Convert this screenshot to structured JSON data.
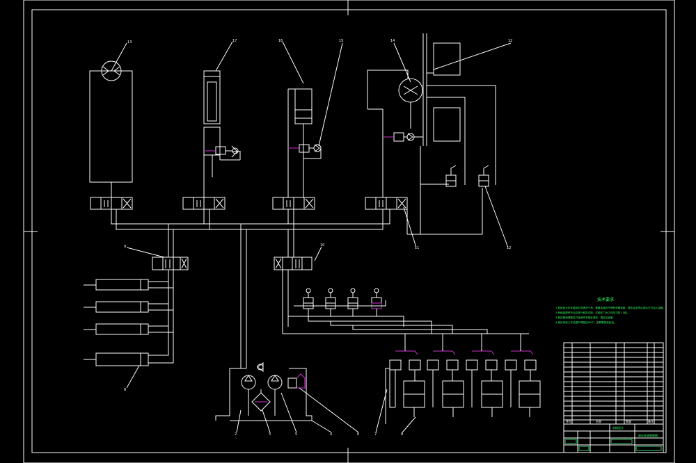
{
  "drawing": {
    "title": "",
    "background": "#000000",
    "line_color": "#ffffff",
    "accent_magenta": "#cc33cc",
    "accent_green": "#33cc66"
  },
  "callouts": {
    "c_top_motor": "13",
    "c_top_cyl1": "17",
    "c_top_cyl2": "16",
    "c_top_relief": "15",
    "c_top_motor2": "14",
    "c_top_right": "12",
    "c_mid_left": "9",
    "c_mid_center": "10",
    "c_mid_right1": "11",
    "c_mid_right2": "12",
    "c_bottom_cyl": "8",
    "c_b2": "2",
    "c_b3": "3",
    "c_b5": "5",
    "c_b4": "4",
    "c_b6": "6",
    "c_b7": "7",
    "c_b8": "8"
  },
  "notes": {
    "title": "技术要求",
    "line1": "1.系统各元件安装前必须清洗干净，管路连接处不得有泄漏现象，液压油必须过滤后方可加入油箱。",
    "line2": "2.系统装配完毕后应进行耐压试验，试验压力为工作压力的1.5倍。",
    "line3": "3.各控制阀调整压力按说明书规定调定，调定后锁紧。",
    "line4": "4.液压系统工作油温不得超过60℃，定期更换液压油。"
  },
  "title_block": {
    "drawing_name": "液压系统原理图",
    "org": "机械设计",
    "header_left": "序号",
    "header_name": "名称",
    "header_qty": "数量",
    "header_note": "备注"
  }
}
